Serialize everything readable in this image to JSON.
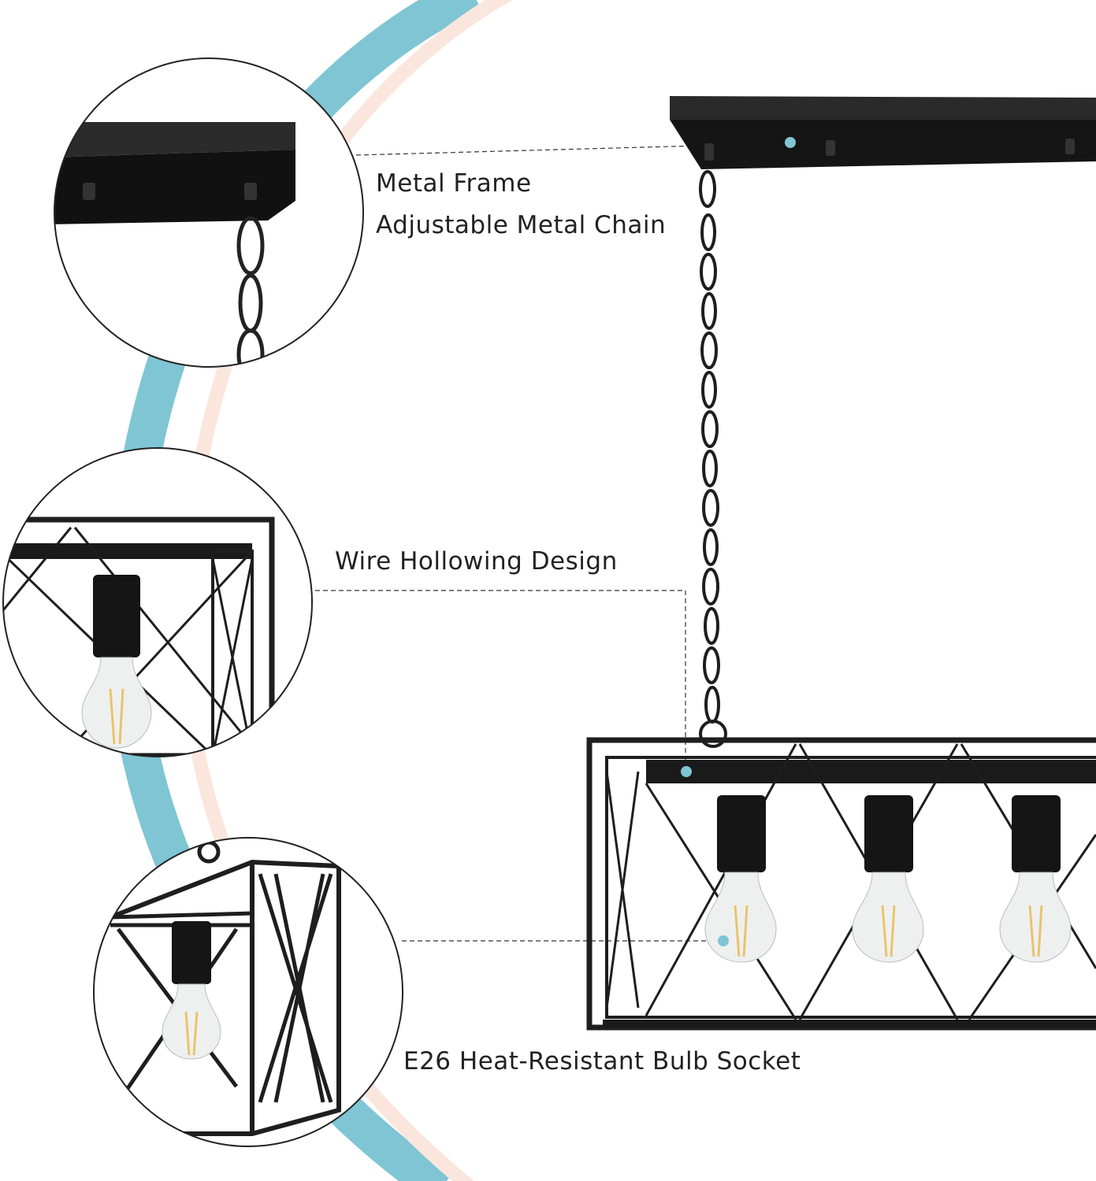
{
  "labels": {
    "metal_frame": "Metal Frame",
    "metal_chain": "Adjustable Metal Chain",
    "wire_design": "Wire Hollowing Design",
    "bulb_socket": "E26 Heat-Resistant Bulb Socket"
  },
  "colors": {
    "teal_arc": "#7fc5d4",
    "pink_arc": "#fbe6dd",
    "metal": "#1e1e1e",
    "callout_dot": "#7fc5d4",
    "text": "#222222"
  }
}
